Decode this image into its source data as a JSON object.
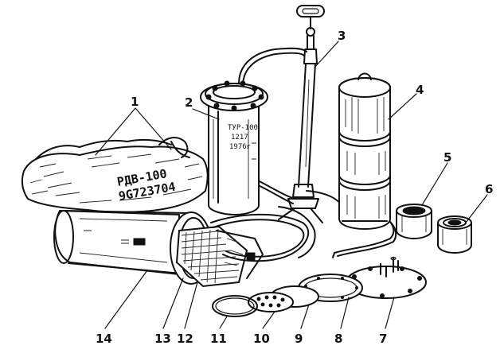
{
  "figure": {
    "callouts": [
      {
        "id": "1",
        "label": "1"
      },
      {
        "id": "2",
        "label": "2"
      },
      {
        "id": "3",
        "label": "3"
      },
      {
        "id": "4",
        "label": "4"
      },
      {
        "id": "5",
        "label": "5"
      },
      {
        "id": "6",
        "label": "6"
      },
      {
        "id": "7",
        "label": "7"
      },
      {
        "id": "8",
        "label": "8"
      },
      {
        "id": "9",
        "label": "9"
      },
      {
        "id": "10",
        "label": "10"
      },
      {
        "id": "11",
        "label": "11"
      },
      {
        "id": "12",
        "label": "12"
      },
      {
        "id": "13",
        "label": "13"
      },
      {
        "id": "14",
        "label": "14"
      }
    ],
    "bag_stamp_line1": "РДВ-100",
    "bag_stamp_line2": "9G723704",
    "canister_stamp_line1": "ТУР-100",
    "canister_stamp_line2": "1217",
    "canister_stamp_line3": "1976г"
  }
}
